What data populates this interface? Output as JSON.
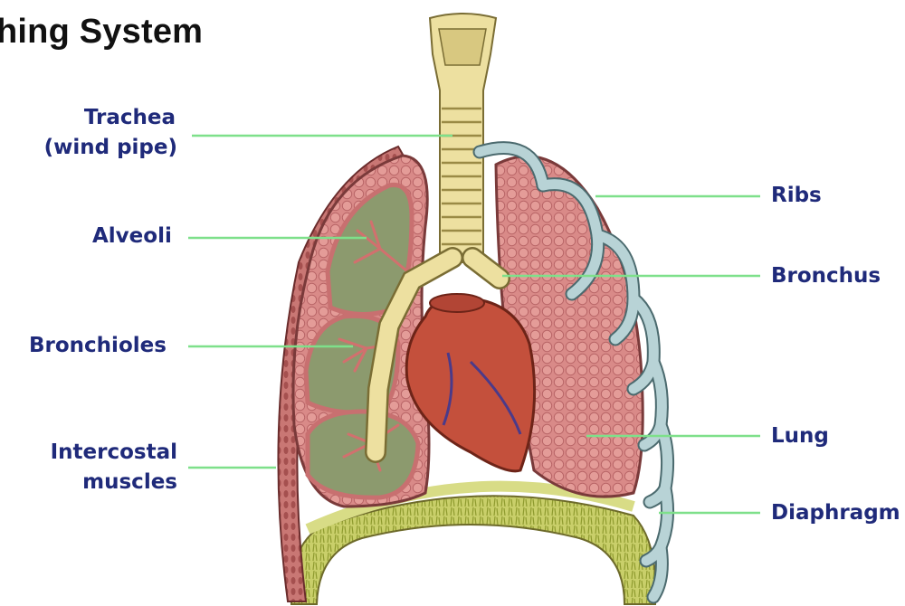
{
  "title": "hing System",
  "labels": {
    "trachea_line1": "Trachea",
    "trachea_line2": "(wind pipe)",
    "alveoli": "Alveoli",
    "bronchioles": "Bronchioles",
    "intercostal_line1": "Intercostal",
    "intercostal_line2": "muscles",
    "ribs": "Ribs",
    "bronchus": "Bronchus",
    "lung": "Lung",
    "diaphragm": "Diaphragm"
  },
  "colors": {
    "label_text": "#1f2a7a",
    "leader_line": "#7ee08a",
    "lung_pink": "#d98a88",
    "lung_cut_green": "#8c9a6e",
    "trachea_yellow": "#ede0a0",
    "rib_blue": "#b8d3d6",
    "heart_red": "#c4503c",
    "diaphragm_yellow": "#c9cf6a"
  }
}
